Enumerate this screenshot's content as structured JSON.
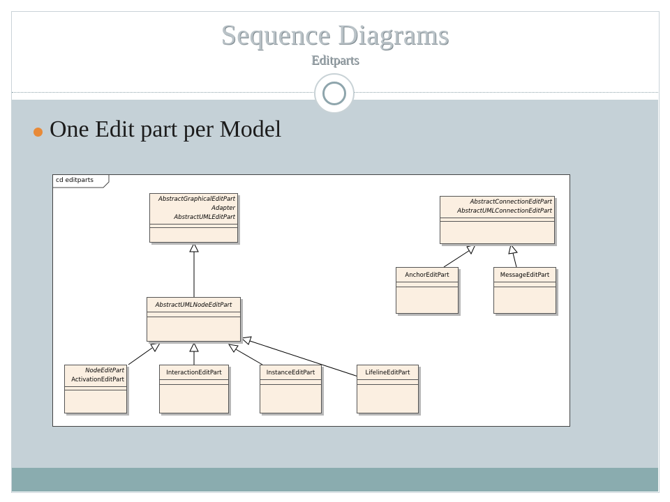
{
  "slide": {
    "title": "Sequence Diagrams",
    "subtitle": "Editparts",
    "bullet": "One Edit part per Model"
  },
  "diagram": {
    "frame_label": "cd editparts",
    "classes": {
      "abstract_graphical": {
        "lines": [
          "AbstractGraphicalEditPart",
          "Adapter",
          "AbstractUMLEditPart"
        ]
      },
      "abstract_node": {
        "lines": [
          "AbstractUMLNodeEditPart"
        ]
      },
      "node_activation": {
        "lines": [
          "NodeEditPart",
          "ActivationEditPart"
        ]
      },
      "interaction": {
        "lines": [
          "InteractionEditPart"
        ]
      },
      "instance": {
        "lines": [
          "InstanceEditPart"
        ]
      },
      "lifeline": {
        "lines": [
          "LifelineEditPart"
        ]
      },
      "abstract_connection": {
        "lines": [
          "AbstractConnectionEditPart",
          "AbstractUMLConnectionEditPart"
        ]
      },
      "anchor": {
        "lines": [
          "AnchorEditPart"
        ]
      },
      "message": {
        "lines": [
          "MessageEditPart"
        ]
      }
    }
  },
  "colors": {
    "content_bg": "#c5d1d7",
    "footer_band": "#8aacaf",
    "bullet": "#e88a38",
    "class_fill": "#fbefe1"
  }
}
